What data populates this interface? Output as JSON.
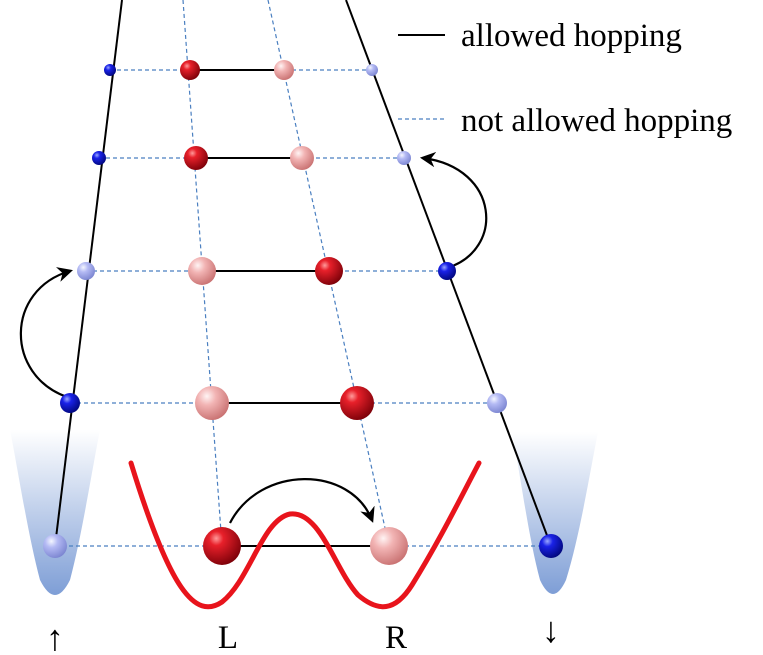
{
  "legend": {
    "allowed_label": "allowed hopping",
    "not_allowed_label": "not allowed hopping"
  },
  "labels": {
    "left_well": "L",
    "right_well": "R",
    "spin_up": "↑",
    "spin_down": "↓"
  },
  "colors": {
    "allowed_line": "#000000",
    "not_allowed_line": "#4a7fc0",
    "double_well": "#e8141c",
    "atom_dark_red": "#c00010",
    "atom_light_red": "#efa8a8",
    "atom_dark_blue": "#0a14d8",
    "atom_light_blue": "#a8b0f0",
    "trap_blue": "#7e9ed6"
  }
}
